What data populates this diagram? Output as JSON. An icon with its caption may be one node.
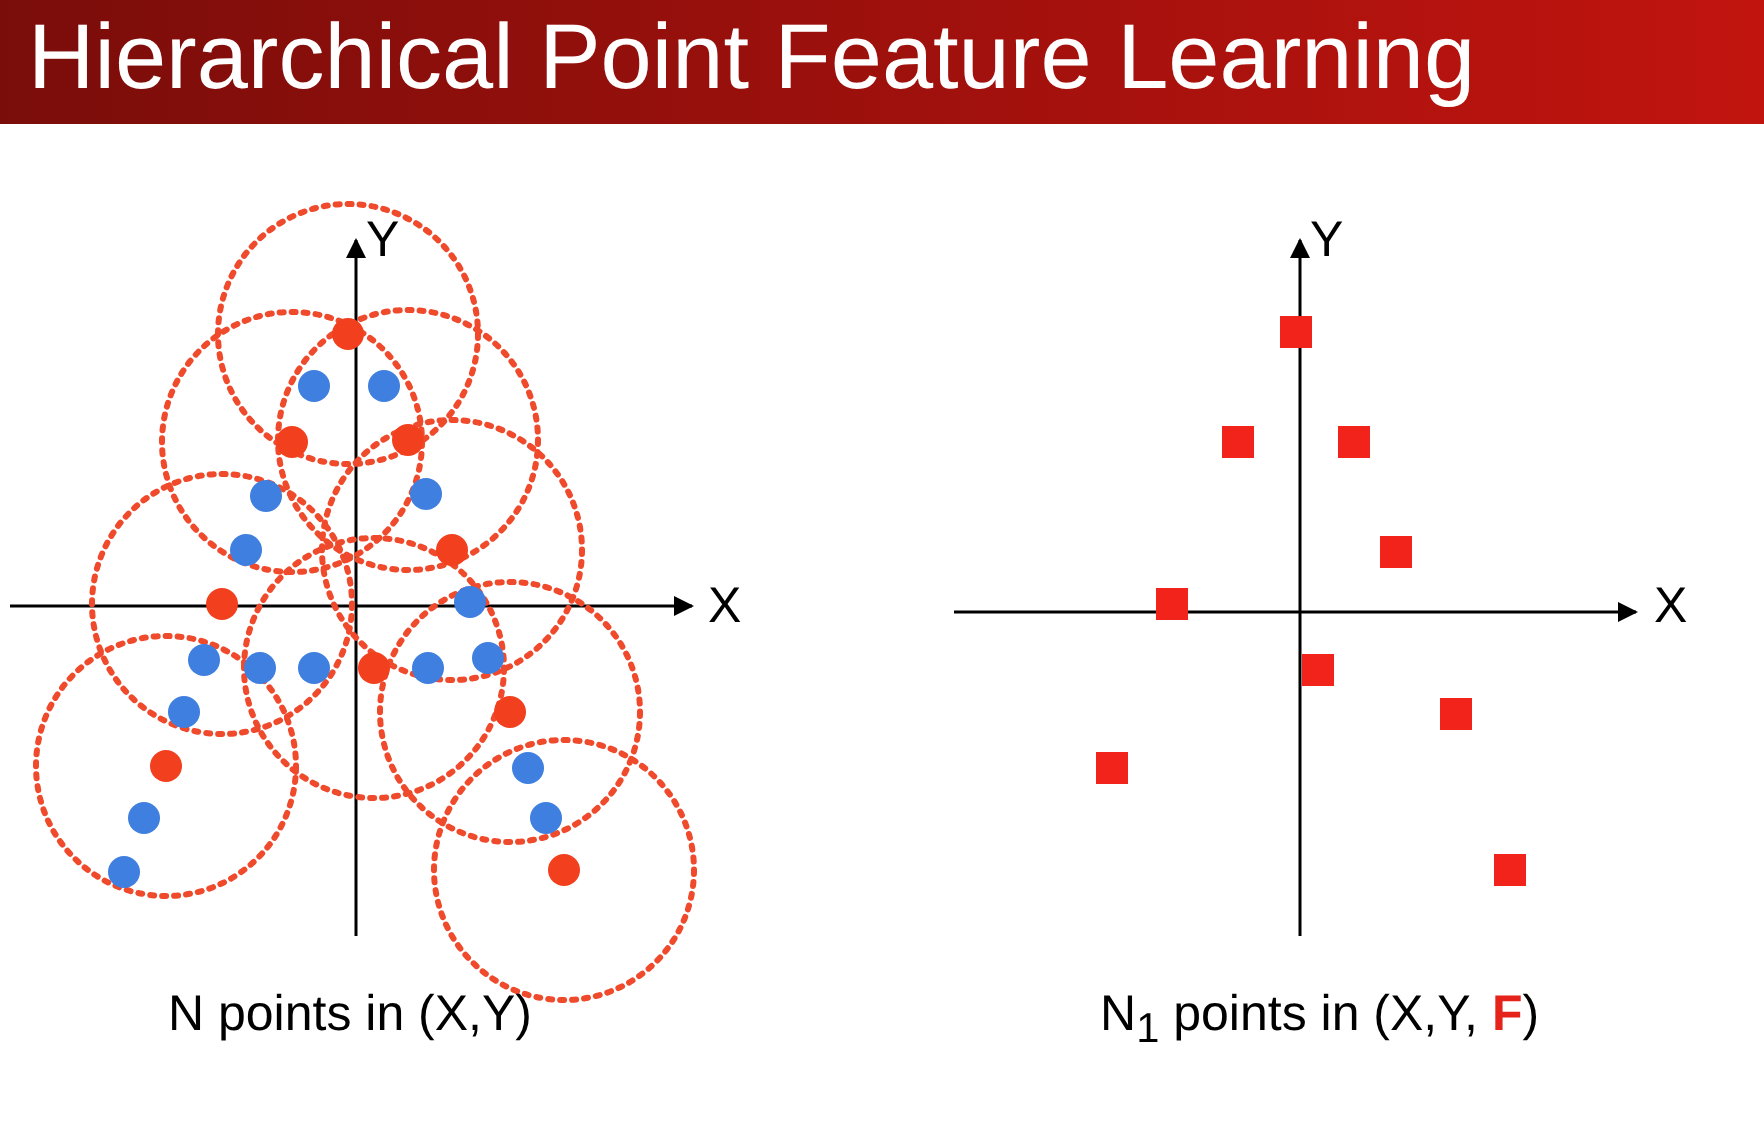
{
  "diagram": {
    "title": "Hierarchical Point Feature Learning",
    "labels": [
      "Y",
      "X",
      "N points in (X,Y)",
      "Y",
      "X",
      "N$_{1}$ points in (X,Y, **F**)"
    ]
  }
}
